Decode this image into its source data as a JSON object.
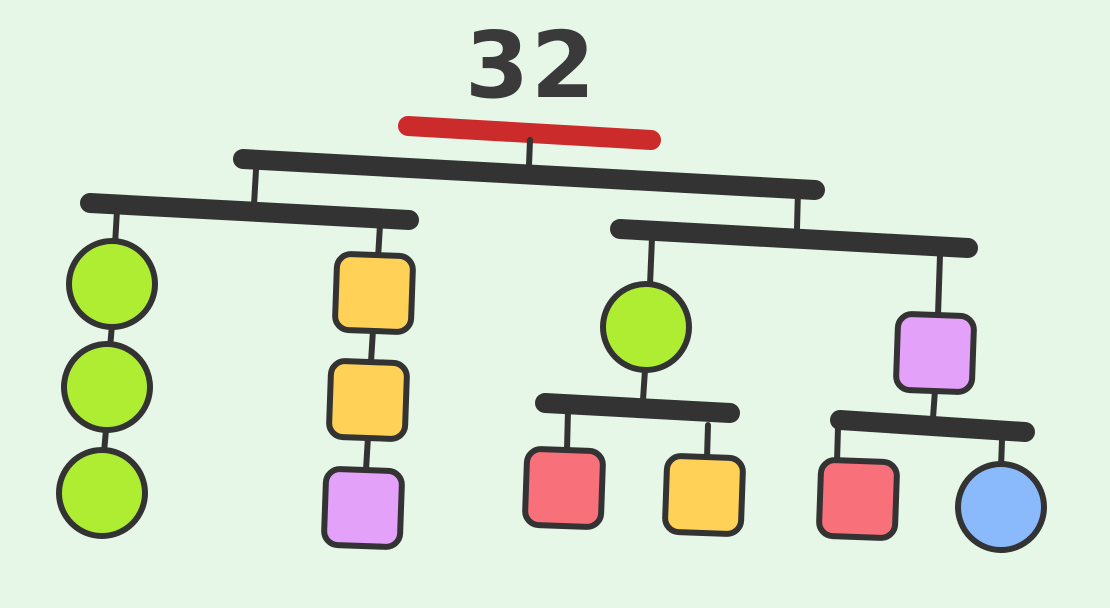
{
  "game": {
    "score": "32",
    "colors": {
      "background": "#e6f7e8",
      "beam": "#333333",
      "top_bar": "#cc2b2b",
      "green": "#afed33",
      "yellow": "#ffd257",
      "purple": "#e3a1fa",
      "red": "#f7707a",
      "blue": "#8abafb"
    },
    "mobile": {
      "top_bar": {
        "color": "red"
      },
      "left_arm": {
        "left_chain": [
          "green-circle",
          "green-circle",
          "green-circle"
        ],
        "right_chain": [
          "yellow-square",
          "yellow-square",
          "purple-square"
        ]
      },
      "right_arm": {
        "left_branch": {
          "top": "green-circle",
          "children": [
            "red-square",
            "yellow-square"
          ]
        },
        "right_branch": {
          "top": "purple-square",
          "children": [
            "red-square",
            "blue-circle"
          ]
        }
      }
    }
  }
}
